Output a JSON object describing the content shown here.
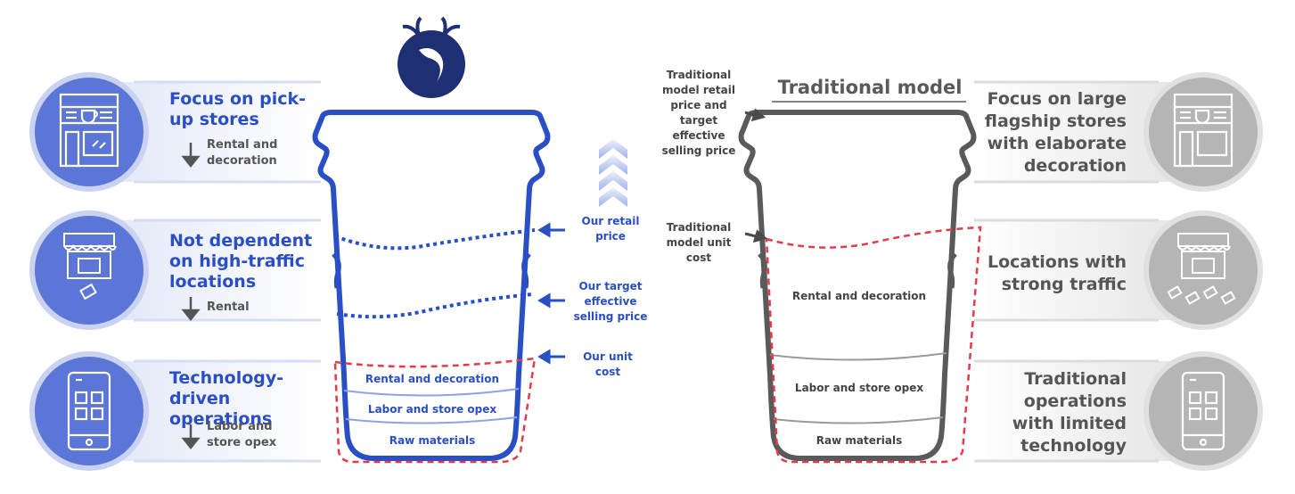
{
  "left_features": [
    {
      "title": "Focus on pick-up stores",
      "effect": "Rental and decoration",
      "icon": "storefront-icon"
    },
    {
      "title": "Not dependent on high-traffic locations",
      "effect": "Rental",
      "icon": "shop-awning-icon"
    },
    {
      "title": "Technology-driven operations",
      "effect": "Labor and store opex",
      "icon": "smartphone-app-icon"
    }
  ],
  "our_cup": {
    "layers": [
      "Rental and decoration",
      "Labor and store opex",
      "Raw materials"
    ],
    "price_labels": [
      "Our retail price",
      "Our target effective selling price",
      "Our unit cost"
    ]
  },
  "traditional": {
    "title": "Traditional model",
    "annotations": [
      "Traditional model retail price and target effective selling price",
      "Traditional model unit cost"
    ],
    "layers": [
      "Rental and decoration",
      "Labor and store opex",
      "Raw materials"
    ]
  },
  "right_features": [
    {
      "title": "Focus on large flagship stores with elaborate decoration",
      "icon": "storefront-icon"
    },
    {
      "title": "Locations with strong traffic",
      "icon": "shop-crowd-icon"
    },
    {
      "title": "Traditional operations with limited technology",
      "icon": "smartphone-app-icon"
    }
  ],
  "colors": {
    "blue": "#2a4fc4",
    "circle_blue": "#5b76d6",
    "grey": "#5a5a5a",
    "circle_grey": "#b5b5b5",
    "red": "#e43b4a"
  }
}
